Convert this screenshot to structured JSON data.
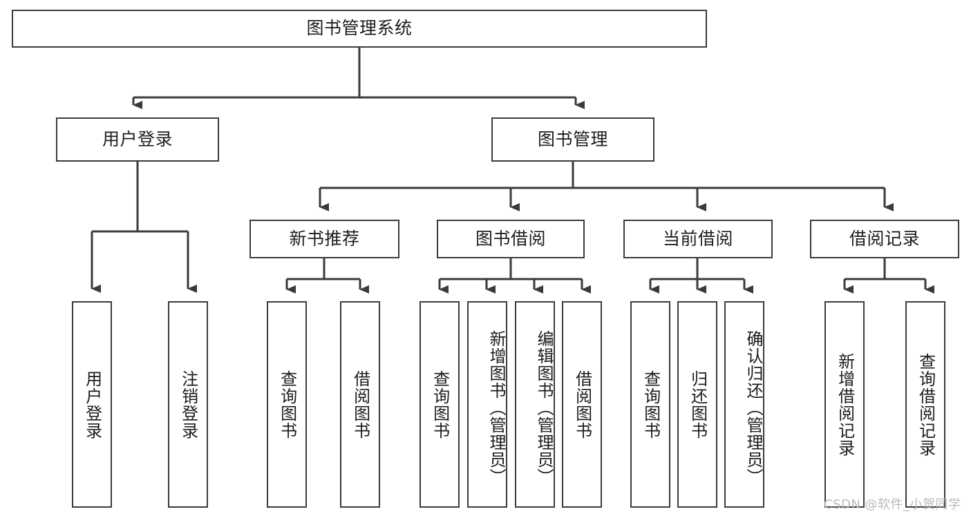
{
  "diagram": {
    "title": "图书管理系统",
    "type": "tree",
    "colors": {
      "box_border": "#3a3a3a",
      "box_fill": "#ffffff",
      "edge": "#3a3a3a",
      "text": "#1c1c1c",
      "watermark": "#b9b9b9",
      "background": "#ffffff"
    },
    "nodes": {
      "root": {
        "label": "图书管理系统"
      },
      "level2": [
        {
          "id": "user-login",
          "label": "用户登录"
        },
        {
          "id": "book-manage",
          "label": "图书管理"
        }
      ],
      "level3": [
        {
          "id": "new-book-recommend",
          "label": "新书推荐"
        },
        {
          "id": "book-borrow",
          "label": "图书借阅"
        },
        {
          "id": "current-borrow",
          "label": "当前借阅"
        },
        {
          "id": "borrow-record",
          "label": "借阅记录"
        }
      ],
      "leaves": {
        "user-login": [
          {
            "id": "leaf-user-login",
            "label": "用户登录"
          },
          {
            "id": "leaf-user-logout",
            "label": "注销登录"
          }
        ],
        "new-book-recommend": [
          {
            "id": "leaf-query-book-1",
            "label": "查询图书"
          },
          {
            "id": "leaf-borrow-book-1",
            "label": "借阅图书"
          }
        ],
        "book-borrow": [
          {
            "id": "leaf-query-book-2",
            "label": "查询图书"
          },
          {
            "id": "leaf-add-book",
            "label": "新增图书（管理员）"
          },
          {
            "id": "leaf-edit-book",
            "label": "编辑图书（管理员）"
          },
          {
            "id": "leaf-borrow-book-2",
            "label": "借阅图书"
          }
        ],
        "current-borrow": [
          {
            "id": "leaf-query-book-3",
            "label": "查询图书"
          },
          {
            "id": "leaf-return-book",
            "label": "归还图书"
          },
          {
            "id": "leaf-confirm-return",
            "label": "确认归还（管理员）"
          }
        ],
        "borrow-record": [
          {
            "id": "leaf-add-record",
            "label": "新增借阅记录"
          },
          {
            "id": "leaf-query-record",
            "label": "查询借阅记录"
          }
        ]
      }
    },
    "watermark": "CSDN @软件_小贺同学"
  }
}
